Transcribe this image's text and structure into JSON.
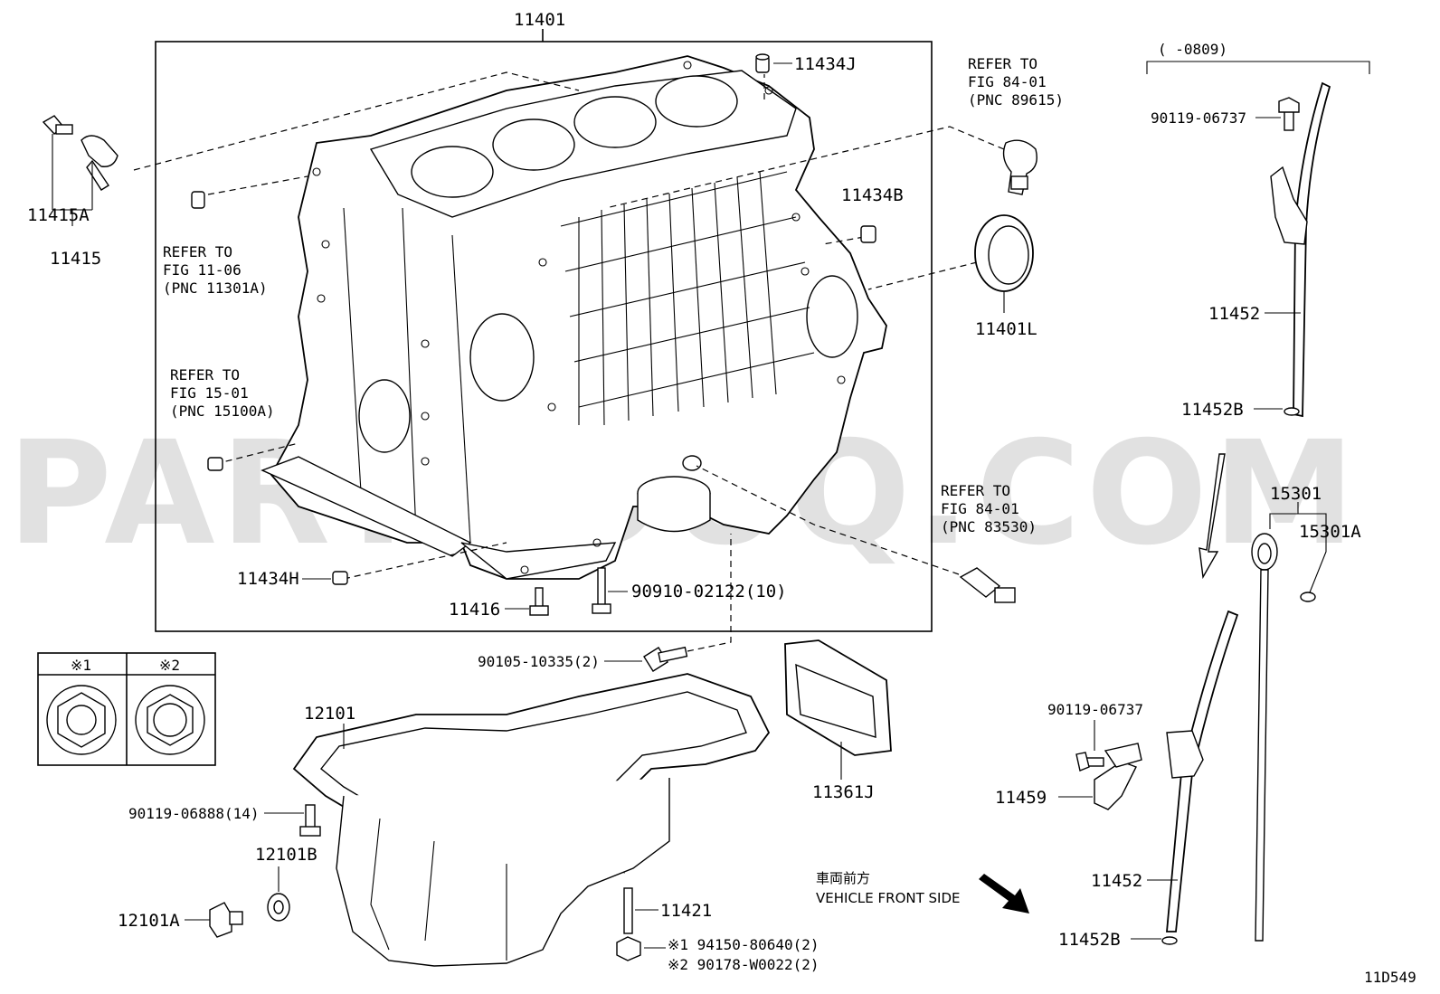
{
  "watermark": "PARTSOUQ.COM",
  "diagram_code": "11D549",
  "frame_label": "11401",
  "date_range": "(   -0809)",
  "legend": {
    "mark1": "※1",
    "mark2": "※2"
  },
  "front_side": {
    "jp": "車両前方",
    "en": "VEHICLE FRONT SIDE"
  },
  "refs": {
    "r1": [
      "REFER TO",
      "FIG 84-01",
      "(PNC 89615)"
    ],
    "r2": [
      "REFER TO",
      "FIG 11-06",
      "(PNC 11301A)"
    ],
    "r3": [
      "REFER TO",
      "FIG 15-01",
      "(PNC 15100A)"
    ],
    "r4": [
      "REFER TO",
      "FIG 84-01",
      "(PNC 83530)"
    ]
  },
  "labels": {
    "p11434J": "11434J",
    "p11415A": "11415A",
    "p11415": "11415",
    "p11434B": "11434B",
    "p11401L": "11401L",
    "p11434H": "11434H",
    "p11416": "11416",
    "p90910": "90910-02122(10)",
    "p90105": "90105-10335(2)",
    "p12101": "12101",
    "p11361J": "11361J",
    "p90119_06888": "90119-06888(14)",
    "p12101B": "12101B",
    "p12101A": "12101A",
    "p11421": "11421",
    "p94150": "※1 94150-80640(2)",
    "p90178": "※2 90178-W0022(2)",
    "p90119_06737a": "90119-06737",
    "p11452a": "11452",
    "p11452Ba": "11452B",
    "p15301": "15301",
    "p15301A": "15301A",
    "p90119_06737b": "90119-06737",
    "p11459": "11459",
    "p11452b": "11452",
    "p11452Bb": "11452B"
  }
}
